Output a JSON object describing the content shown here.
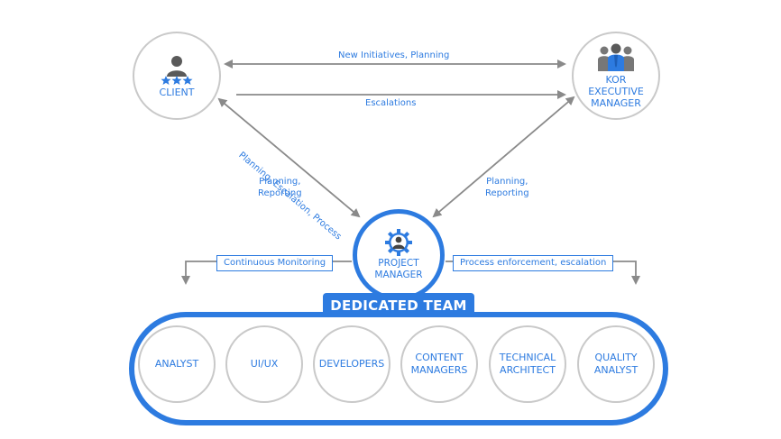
{
  "nodes": {
    "client": "CLIENT",
    "executive": "KOR\nEXECUTIVE\nMANAGER",
    "project_manager": "PROJECT\nMANAGER"
  },
  "edges": {
    "client_exec_top": "New Initiatives, Planning",
    "client_exec_bottom": "Escalations",
    "client_pm_diagonal": "Planning, Escalation, Process",
    "client_pm_side": "Planning,\nReporting",
    "exec_pm_side": "Planning,\nReporting"
  },
  "tags": {
    "left": "Continuous Monitoring",
    "right": "Process enforcement, escalation"
  },
  "team": {
    "title": "DEDICATED TEAM",
    "members": [
      "ANALYST",
      "UI/UX",
      "DEVELOPERS",
      "CONTENT\nMANAGERS",
      "TECHNICAL\nARCHITECT",
      "QUALITY\nANALYST"
    ]
  },
  "icons": [
    "client-person-icon",
    "stars-icon",
    "executive-group-icon",
    "project-manager-gear-icon"
  ],
  "colors": {
    "accent": "#2d7be0",
    "arrow": "#8a8a8a",
    "circle_border": "#c9c9c9"
  }
}
